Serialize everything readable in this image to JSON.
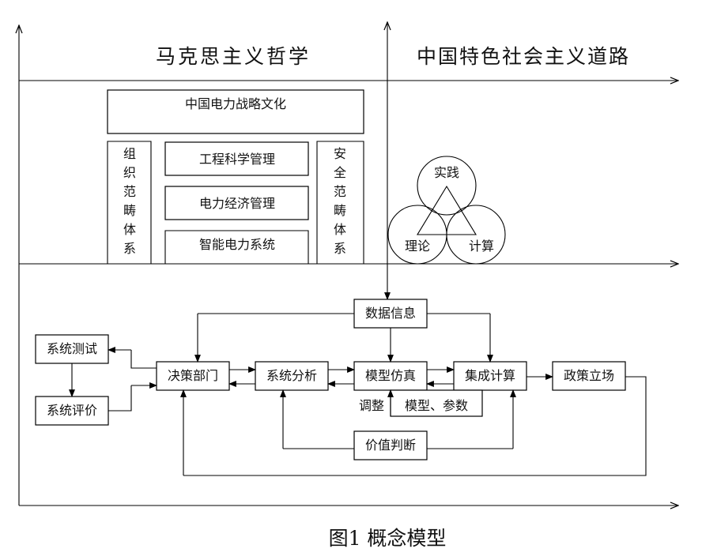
{
  "header": {
    "left_title": "马克思主义哲学",
    "right_title": "中国特色社会主义道路"
  },
  "culture": {
    "strategy_box": "中国电力战略文化",
    "left_column": "组织范畴体系",
    "right_column": "安全范畴体系",
    "middle_boxes": [
      "工程科学管理",
      "电力经济管理",
      "智能电力系统"
    ]
  },
  "triad": {
    "top": "实践",
    "left": "理论",
    "right": "计算"
  },
  "flow": {
    "data_info": "数据信息",
    "decision": "决策部门",
    "analysis": "系统分析",
    "modeling": "模型仿真",
    "integration": "集成计算",
    "policy": "政策立场",
    "sys_test": "系统测试",
    "sys_eval": "系统评价",
    "adjust": "调整",
    "params": "模型、参数",
    "value_judgment": "价值判断"
  },
  "caption": "图1  概念模型"
}
